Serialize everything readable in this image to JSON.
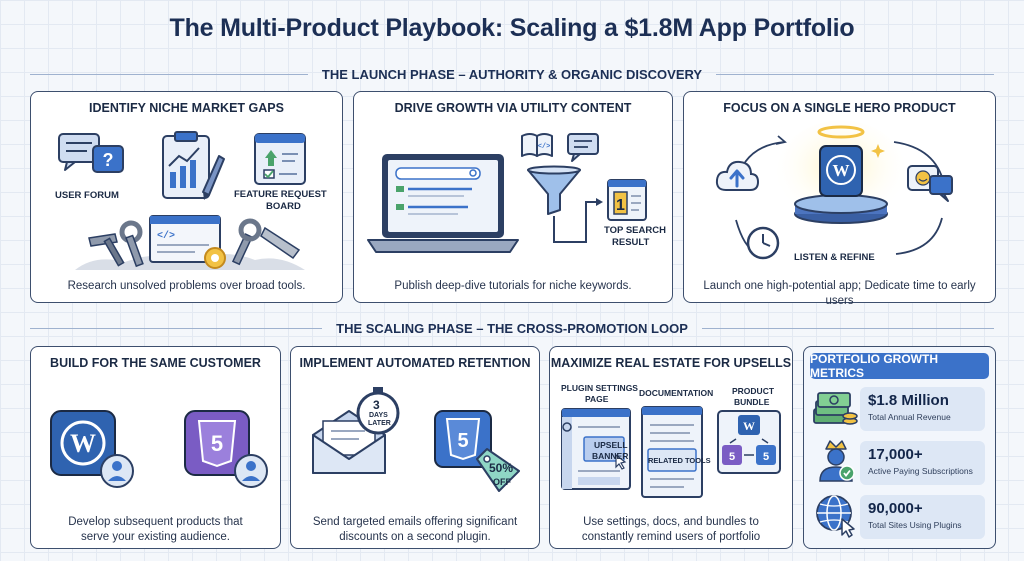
{
  "title": "The Multi-Product Playbook: Scaling a $1.8M App Portfolio",
  "launch_phase": {
    "heading": "THE LAUNCH PHASE – AUTHORITY & ORGANIC DISCOVERY",
    "cards": [
      {
        "title": "IDENTIFY NICHE MARKET GAPS",
        "labels": {
          "user_forum": "USER FORUM",
          "feature_request_1": "FEATURE REQUEST",
          "feature_request_2": "BOARD"
        },
        "caption": "Research unsolved problems over broad tools."
      },
      {
        "title": "DRIVE GROWTH VIA UTILITY CONTENT",
        "labels": {
          "top_search_1": "TOP SEARCH",
          "top_search_2": "RESULT"
        },
        "caption": "Publish deep-dive tutorials for niche keywords."
      },
      {
        "title": "FOCUS ON A SINGLE HERO PRODUCT",
        "labels": {
          "listen_refine": "LISTEN & REFINE"
        },
        "caption": "Launch one high-potential app; Dedicate time to early users"
      }
    ]
  },
  "scaling_phase": {
    "heading": "THE SCALING PHASE – THE CROSS-PROMOTION LOOP",
    "cards": [
      {
        "title": "BUILD FOR THE SAME CUSTOMER",
        "caption_1": "Develop subsequent products that",
        "caption_2": "serve your existing audience."
      },
      {
        "title": "IMPLEMENT AUTOMATED RETENTION",
        "labels": {
          "days_num": "3",
          "days_1": "DAYS",
          "days_2": "LATER",
          "discount_1": "50%",
          "discount_2": "OFF"
        },
        "caption_1": "Send targeted emails offering significant",
        "caption_2": "discounts on a second plugin."
      },
      {
        "title": "MAXIMIZE REAL ESTATE FOR UPSELLS",
        "labels": {
          "settings_1": "PLUGIN SETTINGS",
          "settings_2": "PAGE",
          "documentation": "DOCUMENTATION",
          "bundle_1": "PRODUCT",
          "bundle_2": "BUNDLE",
          "upsell_1": "UPSELL",
          "upsell_2": "BANNER",
          "related_tools": "RELATED TOOLS"
        },
        "caption_1": "Use settings, docs, and bundles to",
        "caption_2": "constantly remind users of portfolio"
      }
    ]
  },
  "metrics": {
    "heading": "PORTFOLIO GROWTH METRICS",
    "items": [
      {
        "value": "$1.8 Million",
        "label": "Total Annual Revenue",
        "icon": "money-stack-icon"
      },
      {
        "value": "17,000+",
        "label": "Active Paying Subscriptions",
        "icon": "crowned-user-icon"
      },
      {
        "value": "90,000+",
        "label": "Total Sites Using Plugins",
        "icon": "globe-cursor-icon"
      }
    ]
  },
  "colors": {
    "navy": "#1c2f55",
    "blue": "#3b72c9",
    "light_blue": "#dde7f5",
    "wordpress_blue": "#2f63b0",
    "html5_purple": "#7a5cc4",
    "discount_green": "#8fd6c5",
    "gold": "#f2c244"
  }
}
